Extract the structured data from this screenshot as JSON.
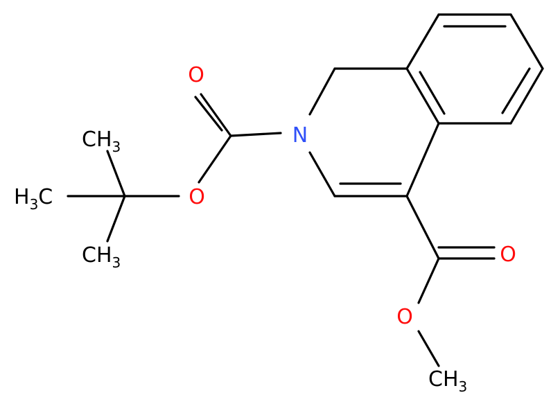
{
  "colors": {
    "bond": "#000000",
    "carbon_label": "#000000",
    "oxygen": "#ff0d0d",
    "nitrogen": "#3050f8",
    "background": "#ffffff"
  },
  "atoms": {
    "o_carbonyl_boc": "O",
    "n_ring": "N",
    "o_ester_boc": "O",
    "ch3_top": {
      "main": "CH",
      "sub": "3"
    },
    "h3c_left": {
      "main": "H",
      "sub": "3",
      "tail": "C"
    },
    "ch3_bottom": {
      "main": "CH",
      "sub": "3"
    },
    "o_carbonyl_methyl": "O",
    "o_ester_methyl": "O",
    "ch3_methyl": {
      "main": "CH",
      "sub": "3"
    }
  }
}
